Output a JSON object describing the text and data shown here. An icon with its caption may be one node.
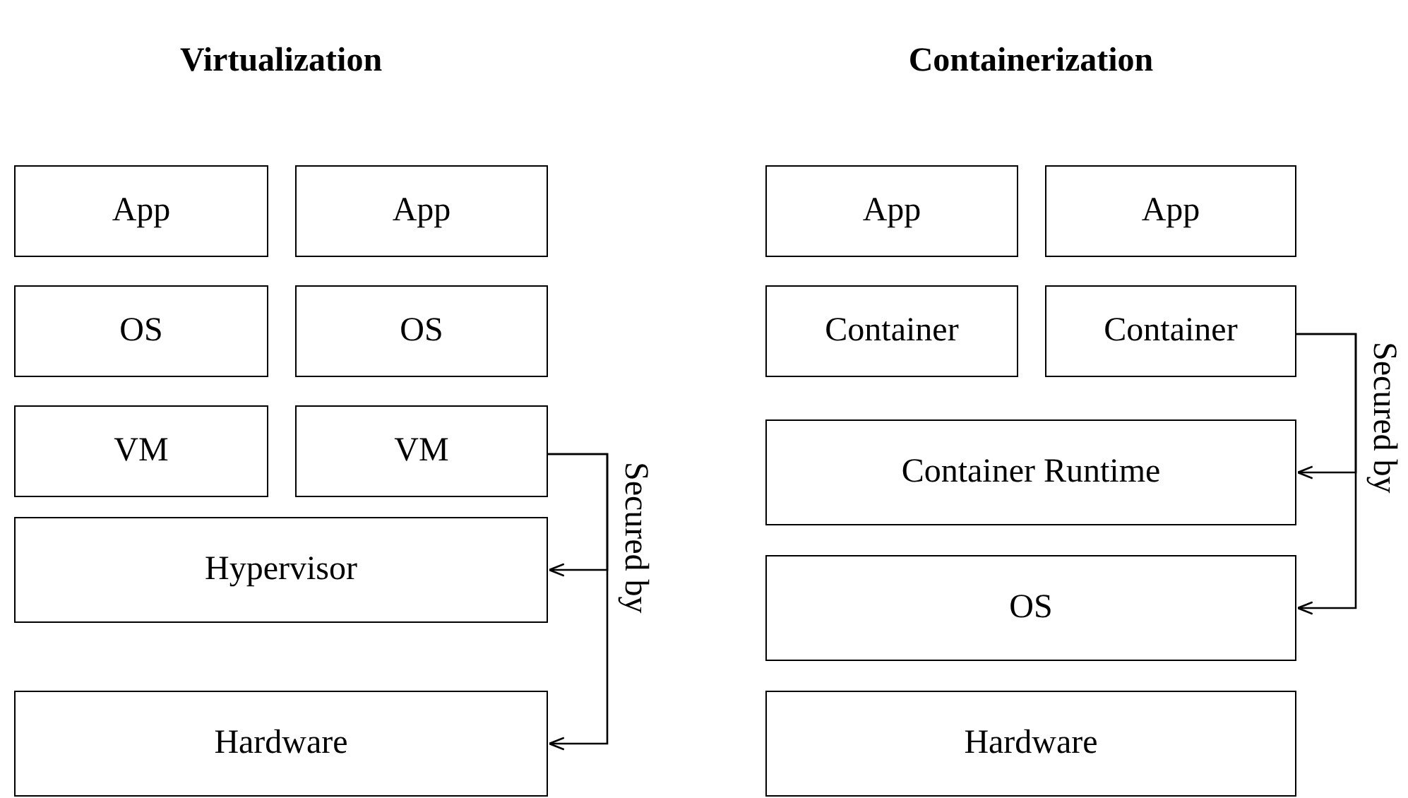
{
  "diagram": {
    "nodes": [
      {
        "text": [
          "App"
        ]
      },
      {
        "text": [
          "App"
        ]
      },
      {
        "text": [
          "OS"
        ]
      },
      {
        "text": [
          "OS"
        ]
      },
      {
        "text": [
          "VM"
        ]
      },
      {
        "text": [
          "VM"
        ]
      },
      {
        "text": [
          "Hypervisor"
        ]
      },
      {
        "text": [
          "Hardware"
        ]
      },
      {
        "text": [
          "App"
        ]
      },
      {
        "text": [
          "App"
        ]
      },
      {
        "text": [
          "Container"
        ]
      },
      {
        "text": [
          "Container"
        ]
      },
      {
        "text": [
          "Container Runtime"
        ]
      },
      {
        "text": [
          "OS"
        ]
      },
      {
        "text": [
          "Hardware"
        ]
      }
    ],
    "edges": [
      {
        "from": 5,
        "to": 6,
        "arrow": "to",
        "label": "Secured by"
      },
      {
        "from": 5,
        "to": 7,
        "arrow": "to"
      },
      {
        "from": 11,
        "to": 12,
        "arrow": "to",
        "label": "Secured by"
      },
      {
        "from": 11,
        "to": 13,
        "arrow": "to"
      }
    ],
    "labels": [
      "Virtualization",
      "Containerization"
    ]
  }
}
